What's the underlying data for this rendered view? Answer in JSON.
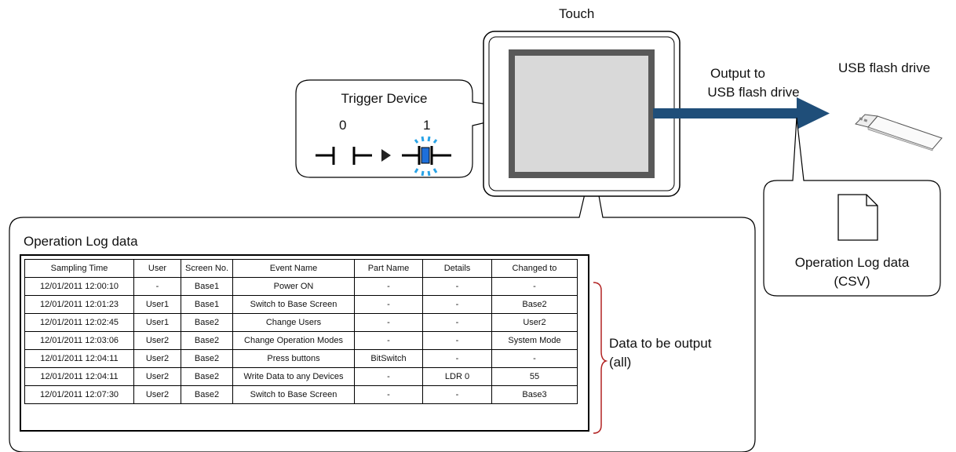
{
  "trigger": {
    "title": "Trigger Device",
    "state_off": "0",
    "state_on": "1"
  },
  "panel": {
    "label": "Touch"
  },
  "output": {
    "line1": "Output to",
    "line2": "USB flash drive"
  },
  "usb": {
    "label": "USB flash drive"
  },
  "csv": {
    "line1": "Operation Log data",
    "line2": "(CSV)"
  },
  "log": {
    "title": "Operation Log data",
    "columns": [
      "Sampling Time",
      "User",
      "Screen No.",
      "Event Name",
      "Part Name",
      "Details",
      "Changed to"
    ],
    "rows": [
      [
        "12/01/2011 12:00:10",
        "-",
        "Base1",
        "Power ON",
        "-",
        "-",
        "-"
      ],
      [
        "12/01/2011 12:01:23",
        "User1",
        "Base1",
        "Switch to Base Screen",
        "-",
        "-",
        "Base2"
      ],
      [
        "12/01/2011 12:02:45",
        "User1",
        "Base2",
        "Change Users",
        "-",
        "-",
        "User2"
      ],
      [
        "12/01/2011 12:03:06",
        "User2",
        "Base2",
        "Change Operation Modes",
        "-",
        "-",
        "System Mode"
      ],
      [
        "12/01/2011 12:04:11",
        "User2",
        "Base2",
        "Press buttons",
        "BitSwitch",
        "-",
        "-"
      ],
      [
        "12/01/2011 12:04:11",
        "User2",
        "Base2",
        "Write Data to any Devices",
        "-",
        "LDR 0",
        "55"
      ],
      [
        "12/01/2011 12:07:30",
        "User2",
        "Base2",
        "Switch to Base Screen",
        "-",
        "-",
        "Base3"
      ]
    ]
  },
  "bracket": {
    "line1": "Data to be output",
    "line2": "(all)"
  },
  "colors": {
    "arrow": "#1f4e79",
    "bracket": "#b22222",
    "lamp": "#1e6fd9",
    "panel_screen": "#d9d9d9",
    "panel_border": "#595959"
  }
}
